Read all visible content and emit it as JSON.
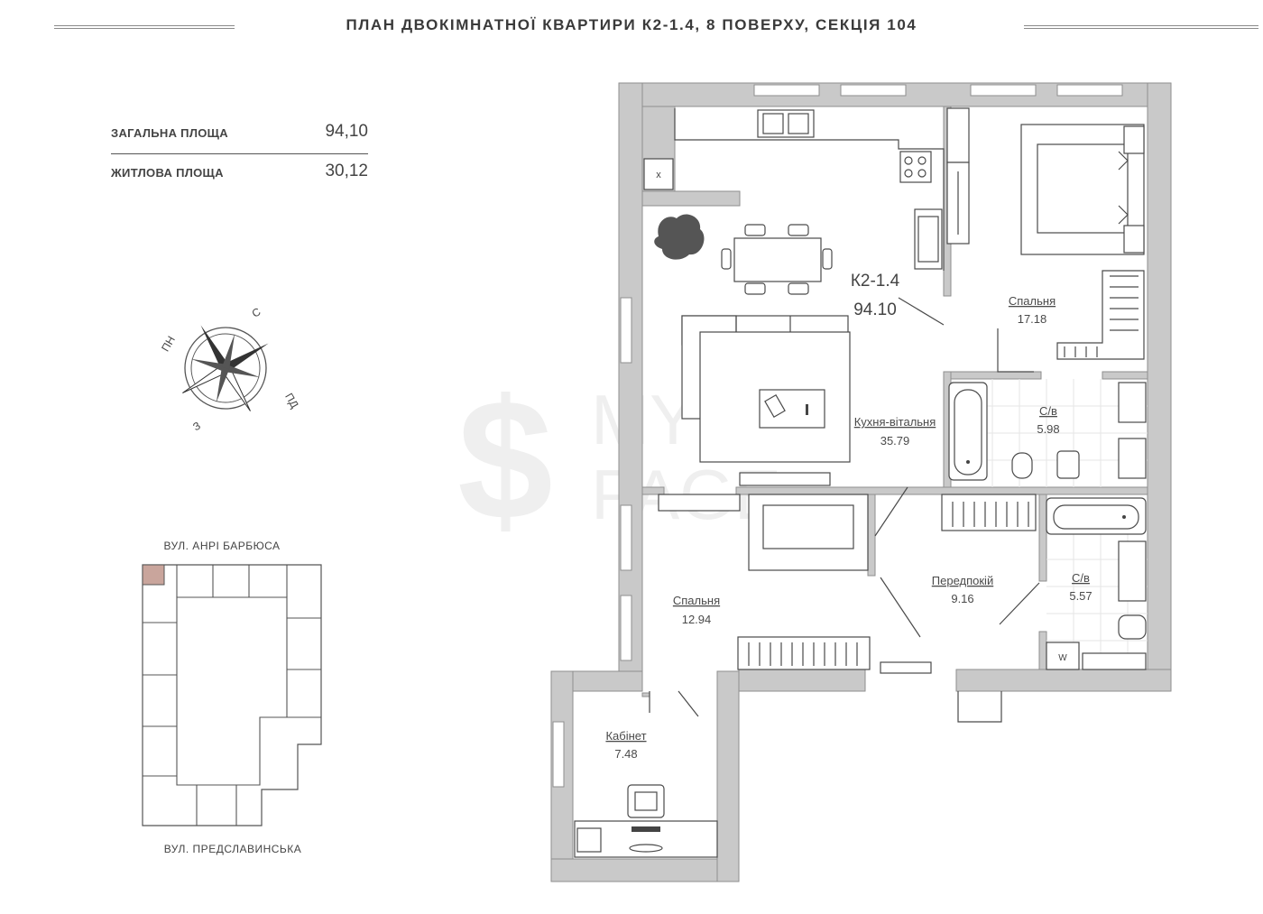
{
  "header": {
    "title": "ПЛАН ДВОКІМНАТНОЇ КВАРТИРИ К2-1.4, 8 ПОВЕРХУ, СЕКЦІЯ 104"
  },
  "areas": [
    {
      "label": "ЗАГАЛЬНА ПЛОЩА",
      "value": "94,10"
    },
    {
      "label": "ЖИТЛОВА ПЛОЩА",
      "value": "30,12"
    }
  ],
  "compass": {
    "n": "С",
    "ne": "ПД",
    "s": "З",
    "nw": "ПН"
  },
  "unit": {
    "code": "К2-1.4",
    "area": "94.10"
  },
  "rooms": [
    {
      "name": "Спальня",
      "area": "17.18"
    },
    {
      "name": "С/в",
      "area": "5.98"
    },
    {
      "name": "Кухня-вітальня",
      "area": "35.79"
    },
    {
      "name": "Передпокій",
      "area": "9.16"
    },
    {
      "name": "С/в",
      "area": "5.57"
    },
    {
      "name": "Спальня",
      "area": "12.94"
    },
    {
      "name": "Кабінет",
      "area": "7.48"
    }
  ],
  "appliance_marks": {
    "hood": "x",
    "washer": "W"
  },
  "watermark": {
    "line1": "MY",
    "line2": "PAGE"
  },
  "site_plan": {
    "street_top": "ВУЛ. АНРІ БАРБЮСА",
    "street_bottom": "ВУЛ. ПРЕДСЛАВИНСЬКА"
  }
}
